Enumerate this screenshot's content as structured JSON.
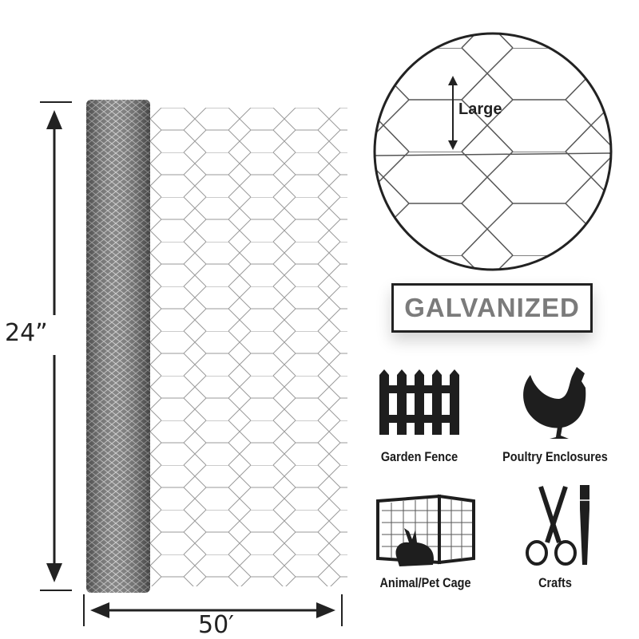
{
  "dimensions": {
    "height_label": "24”",
    "length_label": "50′"
  },
  "detail": {
    "mesh_size_label": "Large"
  },
  "finish_badge": "GALVANIZED",
  "uses": [
    {
      "label": "Garden Fence",
      "icon": "fence-icon"
    },
    {
      "label": "Poultry Enclosures",
      "icon": "chicken-icon"
    },
    {
      "label": "Animal/Pet Cage",
      "icon": "rabbit-cage-icon"
    },
    {
      "label": "Crafts",
      "icon": "scissors-icon"
    }
  ],
  "colors": {
    "text": "#222222",
    "badge_text": "#7b7b7b",
    "wire": "#9a9a9a",
    "roll": "#6e6e6e"
  }
}
